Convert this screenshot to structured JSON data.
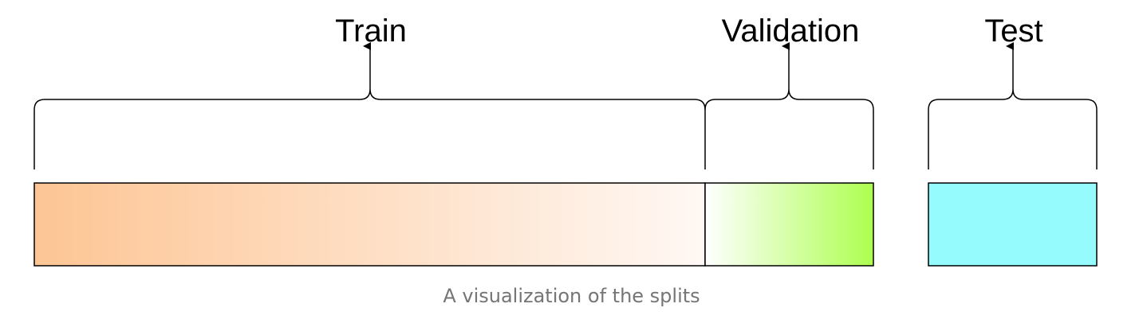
{
  "splits": [
    {
      "name": "train",
      "label": "Train",
      "gradient": [
        "#fdc594",
        "#fff8f4"
      ]
    },
    {
      "name": "validation",
      "label": "Validation",
      "gradient": [
        "#ffffff",
        "#adff4f"
      ]
    },
    {
      "name": "test",
      "label": "Test",
      "fill": "#95fbfd"
    }
  ],
  "caption": "A visualization of the splits",
  "colors": {
    "stroke": "#000000",
    "caption_text": "#757575"
  }
}
